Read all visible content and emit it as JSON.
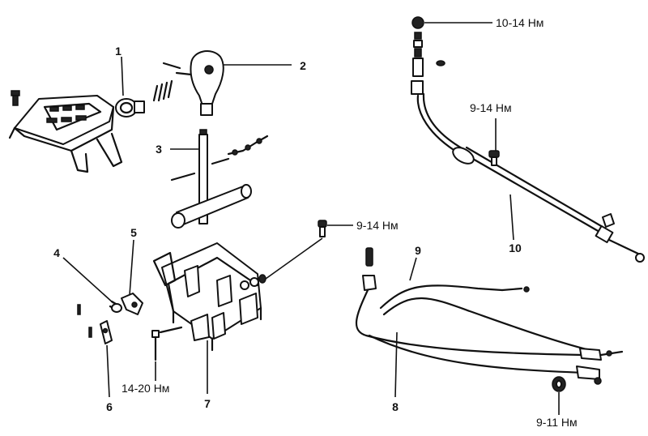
{
  "callouts": [
    {
      "id": "1",
      "label": "1"
    },
    {
      "id": "2",
      "label": "2"
    },
    {
      "id": "3",
      "label": "3"
    },
    {
      "id": "4",
      "label": "4"
    },
    {
      "id": "5",
      "label": "5"
    },
    {
      "id": "6",
      "label": "6"
    },
    {
      "id": "7",
      "label": "7"
    },
    {
      "id": "8",
      "label": "8"
    },
    {
      "id": "9",
      "label": "9"
    },
    {
      "id": "10",
      "label": "10"
    }
  ],
  "torques": [
    {
      "id": "t1",
      "label": "10-14 Нм"
    },
    {
      "id": "t2",
      "label": "9-14 Нм"
    },
    {
      "id": "t3",
      "label": "9-14 Нм"
    },
    {
      "id": "t4",
      "label": "14-20 Нм"
    },
    {
      "id": "t5",
      "label": "9-11 Нм"
    }
  ]
}
